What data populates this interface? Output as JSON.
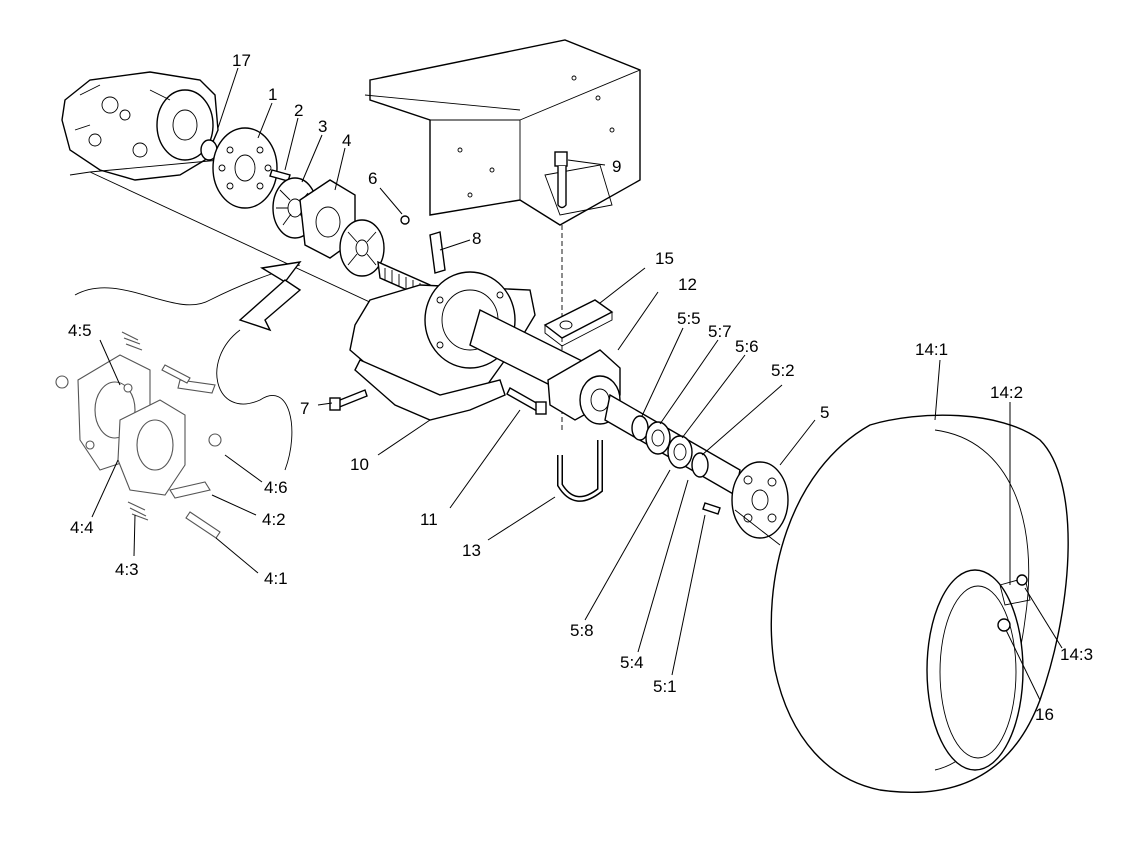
{
  "labels": {
    "l17": "17",
    "l1": "1",
    "l2": "2",
    "l3": "3",
    "l4": "4",
    "l6": "6",
    "l8": "8",
    "l9": "9",
    "l15": "15",
    "l12": "12",
    "l5_5": "5:5",
    "l5_7": "5:7",
    "l5_6": "5:6",
    "l5_2": "5:2",
    "l5": "5",
    "l14_1": "14:1",
    "l14_2": "14:2",
    "l14_3": "14:3",
    "l16": "16",
    "l4_5": "4:5",
    "l4_6": "4:6",
    "l4_4": "4:4",
    "l4_2": "4:2",
    "l4_3": "4:3",
    "l4_1": "4:1",
    "l7": "7",
    "l10": "10",
    "l11": "11",
    "l13": "13",
    "l5_8": "5:8",
    "l5_4": "5:4",
    "l5_1": "5:1"
  }
}
